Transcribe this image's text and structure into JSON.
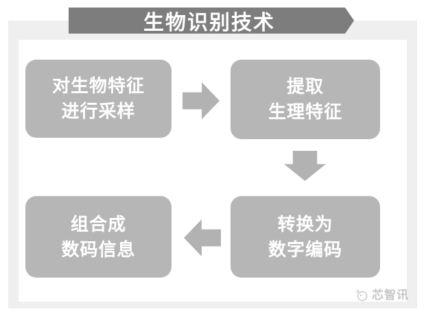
{
  "banner": {
    "title": "生物识别技术"
  },
  "flow": {
    "steps": [
      {
        "line1": "对生物特征",
        "line2": "进行采样"
      },
      {
        "line1": "提取",
        "line2": "生理特征"
      },
      {
        "line1": "转换为",
        "line2": "数字编码"
      },
      {
        "line1": "组合成",
        "line2": "数码信息"
      }
    ],
    "arrows": [
      "arrow-right-icon",
      "arrow-down-icon",
      "arrow-left-icon"
    ]
  },
  "watermark": {
    "text": "芯智讯",
    "icon": "chip-logo-icon"
  },
  "colors": {
    "banner": "#7d7d7d",
    "box": "#b6b6b6",
    "arrow": "#b2b2b2",
    "frame": "#efefef",
    "box_text": "#ffffff",
    "watermark": "#c6c6c6"
  }
}
